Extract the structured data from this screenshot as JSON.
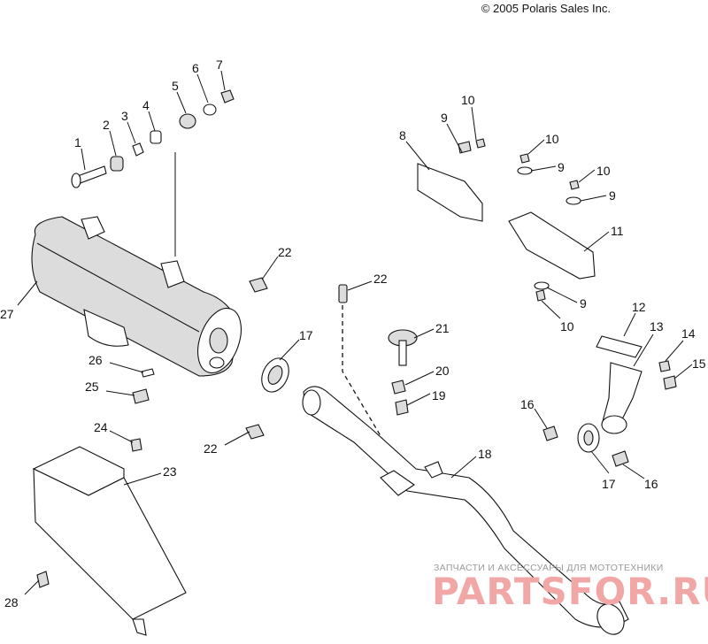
{
  "copyright": "© 2005 Polaris Sales Inc.",
  "watermark": {
    "line1": "ЗАПЧАСТИ И АКСЕССУАРЫ ДЛЯ МОТОТЕХНИКИ",
    "line2": "PARTSFOR.RU"
  },
  "callouts": [
    "1",
    "2",
    "3",
    "4",
    "5",
    "6",
    "7",
    "8",
    "9",
    "10",
    "11",
    "12",
    "13",
    "14",
    "15",
    "16",
    "17",
    "18",
    "19",
    "20",
    "21",
    "22",
    "23",
    "24",
    "25",
    "26",
    "27",
    "28"
  ]
}
